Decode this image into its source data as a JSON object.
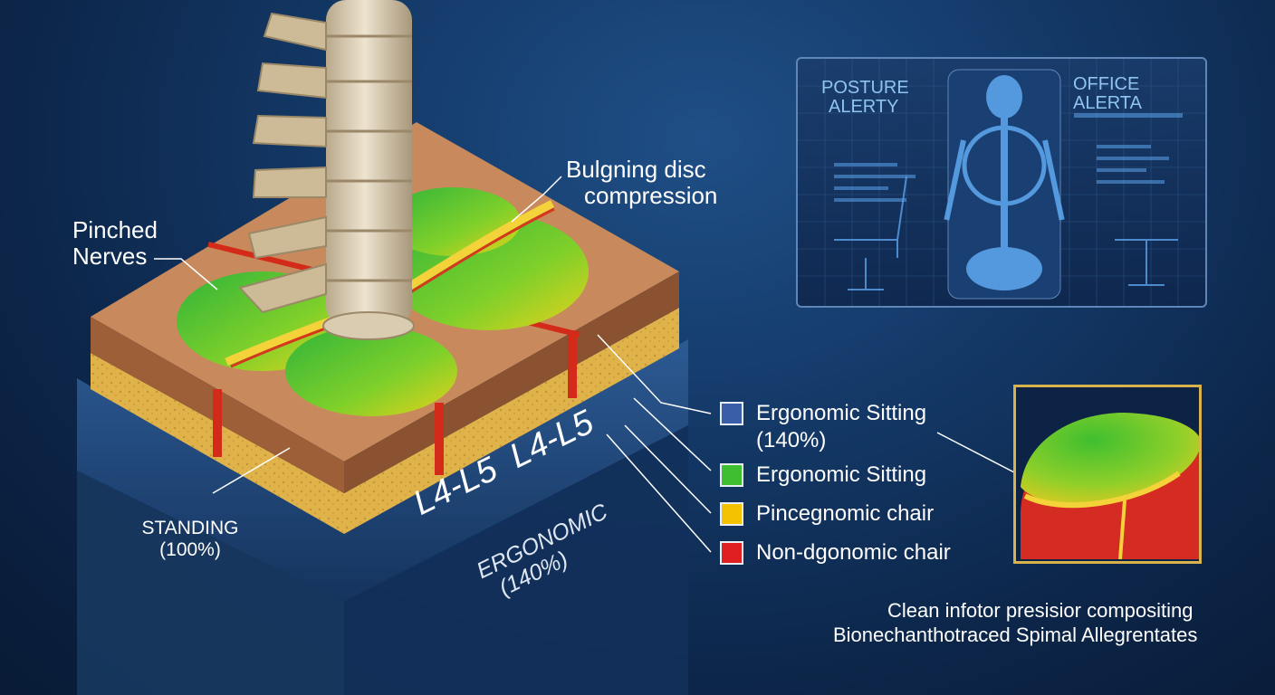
{
  "labels": {
    "bulging": "Bulgning disc compression",
    "bulging_line1": "Bulgning disc",
    "bulging_line2": "compression",
    "pinched_line1": "Pinched",
    "pinched_line2": "Nerves",
    "standing_line1": "STANDING",
    "standing_line2": "(100%)",
    "level": "L4-L5  L4-L5",
    "ergonomic_line1": "ERGONOMIC",
    "ergonomic_line2": "(140%)"
  },
  "legend": [
    {
      "line1": "Ergonomic Sitting",
      "line2": "(140%)",
      "color": "#3a5fa8"
    },
    {
      "line1": "Ergonomic Sitting",
      "line2": "",
      "color": "#3fbf2f"
    },
    {
      "line1": "Pincegnomic chair",
      "line2": "",
      "color": "#f2c200"
    },
    {
      "line1": "Non-dgonomic chair",
      "line2": "",
      "color": "#e02020"
    }
  ],
  "panel": {
    "left_title_1": "POSTURE",
    "left_title_2": "ALERTY",
    "right_title_1": "OFFICE",
    "right_title_2": "ALERTA"
  },
  "footer": {
    "line1": "Clean infotor presisior compositing",
    "line2": "Bionechanthotraced Spimal Allegrentates"
  },
  "colors": {
    "background": "#143a69",
    "disc_green": "#3fbf2f",
    "disc_yellow": "#f2c200",
    "disc_red": "#e02020",
    "tissue": "#c58a5a",
    "cancellous": "#e0b24a",
    "frame": "#d8b24a"
  }
}
